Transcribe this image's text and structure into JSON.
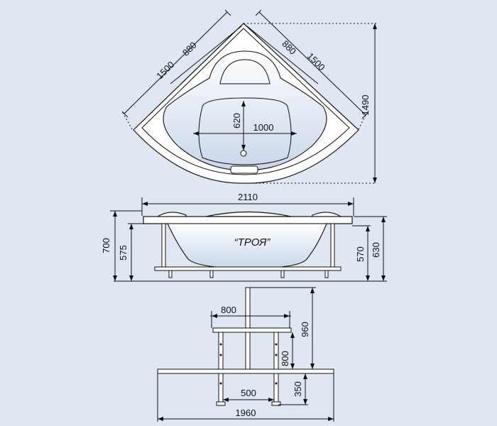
{
  "colors": {
    "background": "#dfe7f3",
    "tub_fill": "#ffffff",
    "tub_shade": "#c9d6ea",
    "frame_shade": "#9aa3ad",
    "ink": "#111111"
  },
  "top_view": {
    "diag_left_outer": "1500",
    "diag_left_inner": "880",
    "diag_right_inner": "880",
    "diag_right_outer": "1500",
    "height": "1490",
    "bowl_width": "1000",
    "bowl_depth": "620"
  },
  "side_view": {
    "width": "2110",
    "height_total": "700",
    "height_rim": "575",
    "height_right_inner": "570",
    "height_right_outer": "630",
    "model_name": "“ТРОЯ”"
  },
  "frame_view": {
    "top_width": "800",
    "height_total": "960",
    "leg_height": "800",
    "bottom_height": "350",
    "inner_width": "500",
    "total_width": "1960"
  }
}
